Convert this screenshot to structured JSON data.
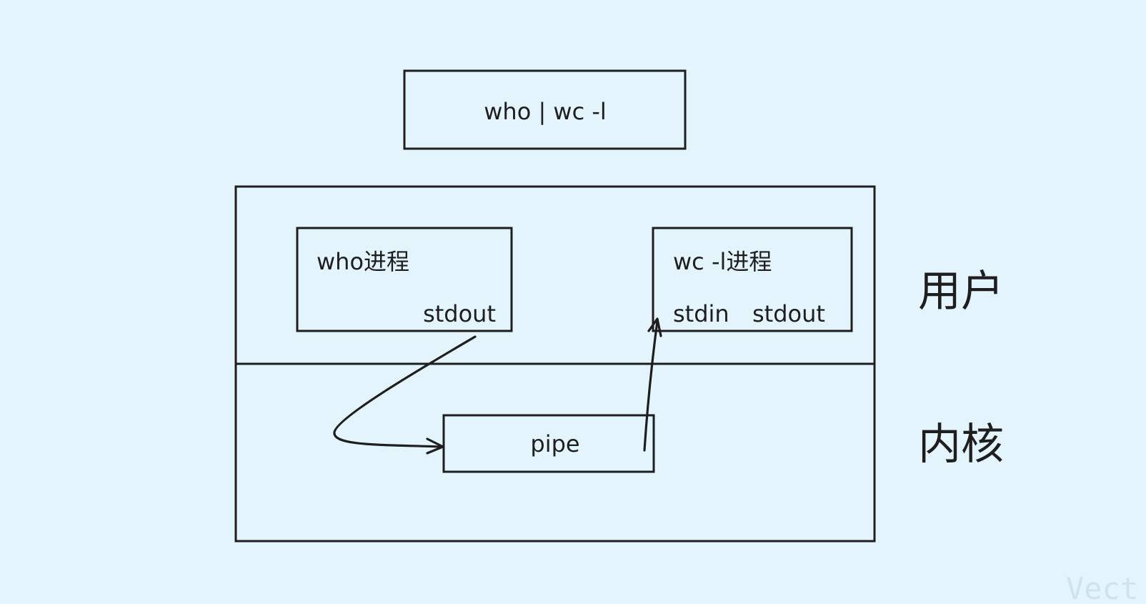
{
  "command": {
    "text": "who | wc -l"
  },
  "layers": {
    "user": {
      "label": "用户"
    },
    "kernel": {
      "label": "内核"
    }
  },
  "processes": {
    "who": {
      "title": "who进程",
      "stdout": "stdout"
    },
    "wc": {
      "title": "wc -l进程",
      "stdin": "stdin",
      "stdout": "stdout"
    }
  },
  "pipe": {
    "label": "pipe"
  },
  "watermark": {
    "text": "Vect"
  },
  "colors": {
    "background": "#e4f4fc",
    "stroke": "#1e1e1e"
  }
}
